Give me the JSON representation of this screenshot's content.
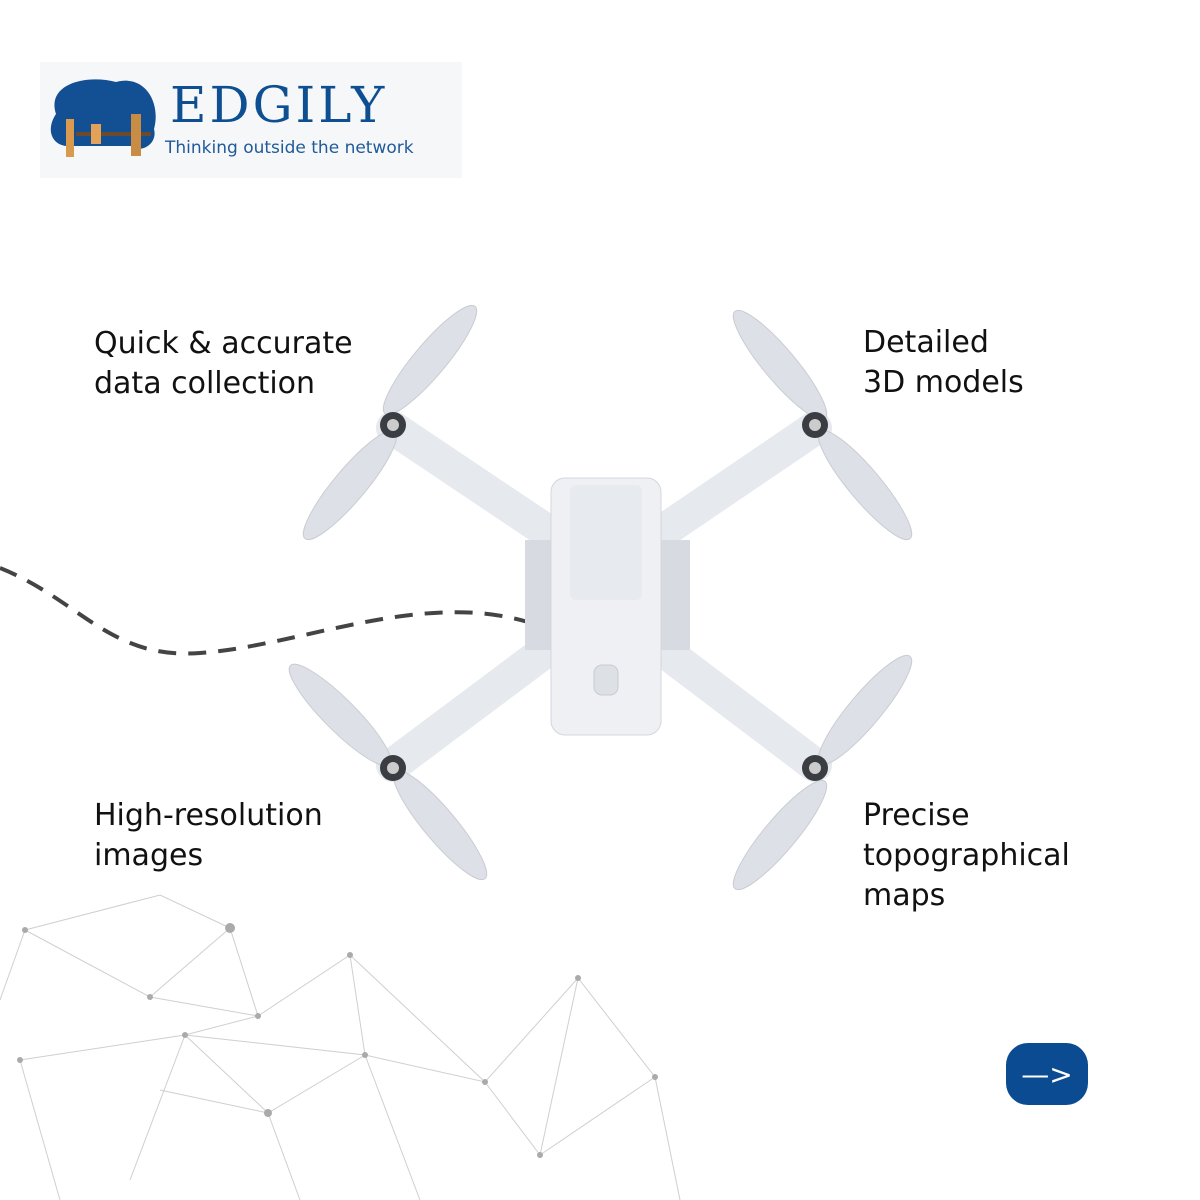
{
  "logo": {
    "brand": "EDGILY",
    "tagline": "Thinking outside the network"
  },
  "features": [
    {
      "lines": [
        "Quick & accurate",
        "data collection"
      ]
    },
    {
      "lines": [
        "Detailed",
        "3D models"
      ]
    },
    {
      "lines": [
        "High-resolution",
        "images"
      ]
    },
    {
      "lines": [
        "Precise",
        "topographical",
        "maps"
      ]
    }
  ],
  "next_button": {
    "label": "—>",
    "icon": "arrow-right-icon"
  },
  "colors": {
    "brand": "#0b4b92",
    "text": "#111111"
  }
}
